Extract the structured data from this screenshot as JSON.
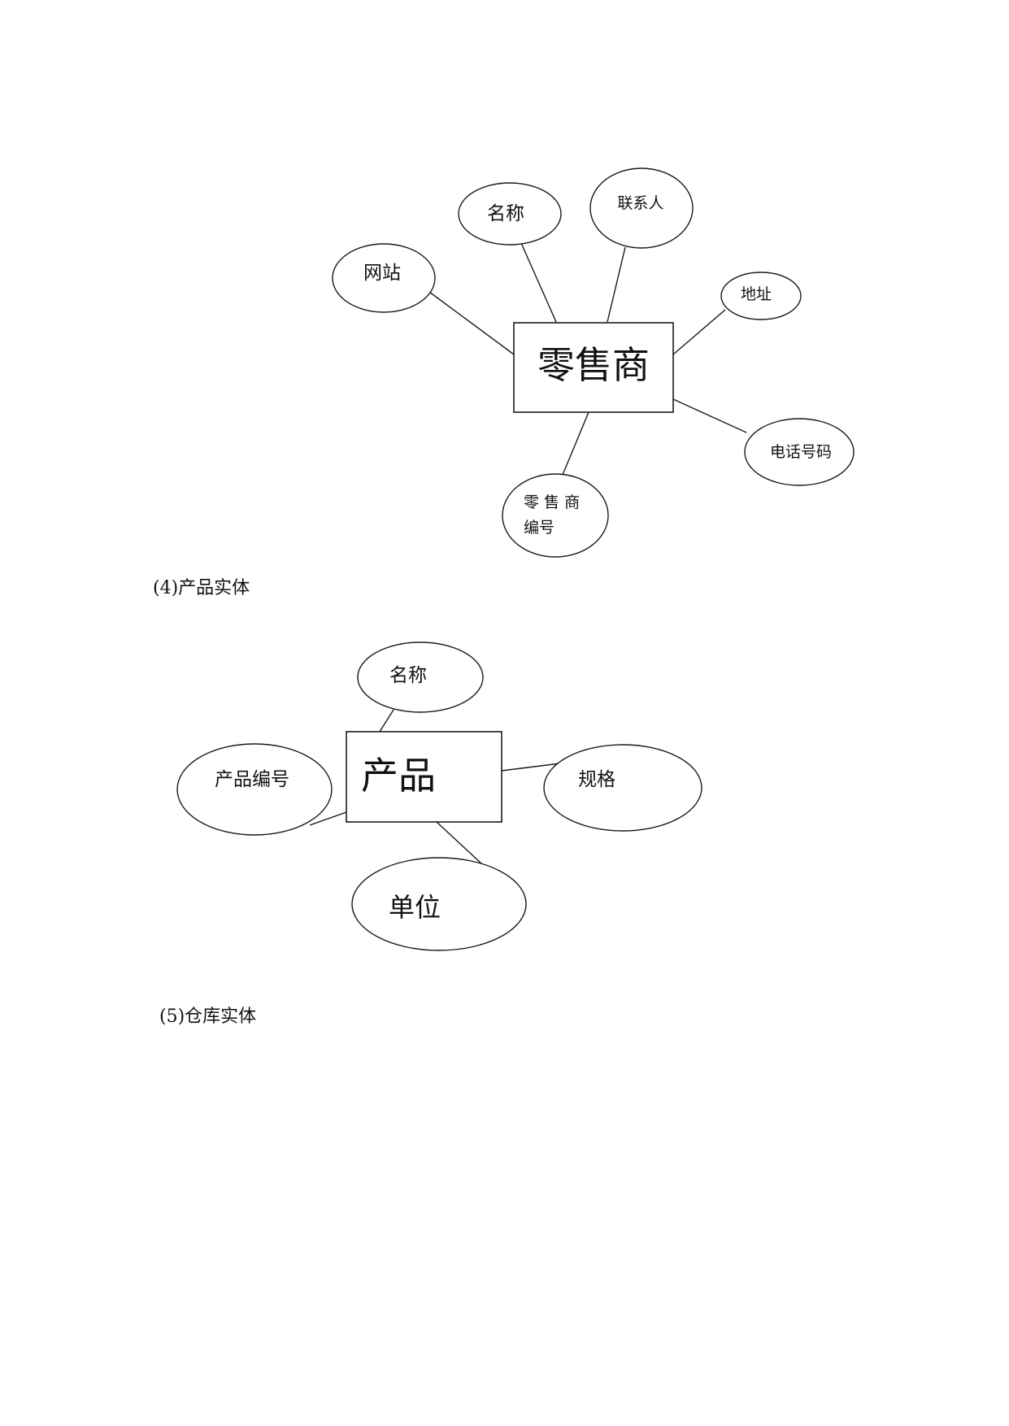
{
  "retailer_diagram": {
    "entity": "零售商",
    "attributes": {
      "name": "名称",
      "contact": "联系人",
      "website": "网站",
      "address": "地址",
      "phone": "电话号码",
      "id_line1": "零 售 商",
      "id_line2": "编号"
    }
  },
  "captions": {
    "product_entity": "(4)产品实体",
    "warehouse_entity": "(5)仓库实体"
  },
  "product_diagram": {
    "entity": "产品",
    "attributes": {
      "name": "名称",
      "id": "产品编号",
      "spec": "规格",
      "unit": "单位"
    }
  }
}
